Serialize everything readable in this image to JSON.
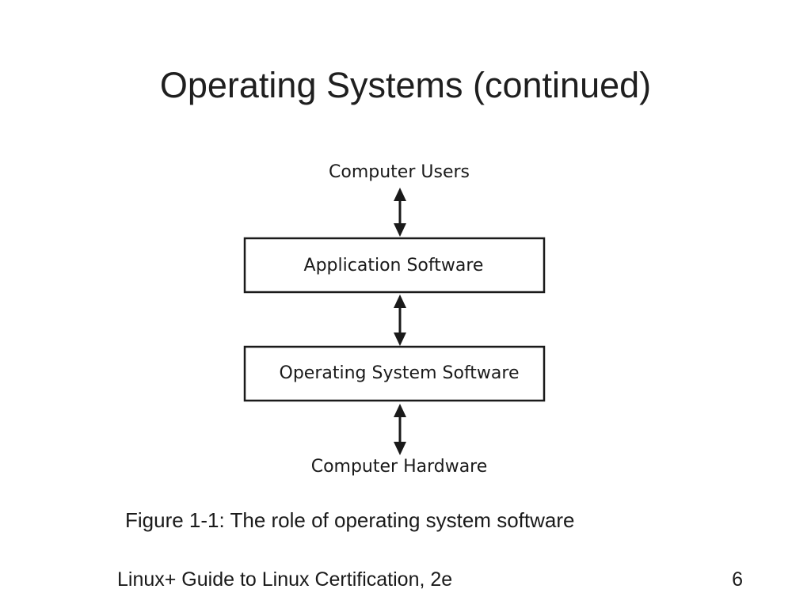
{
  "slide": {
    "title": "Operating Systems (continued)",
    "caption": "Figure 1-1: The role of operating system software",
    "footer": "Linux+ Guide to Linux Certification, 2e",
    "page_number": "6"
  },
  "diagram": {
    "top_label": "Computer Users",
    "box_upper": "Application Software",
    "box_lower": "Operating System Software",
    "bottom_label": "Computer Hardware"
  }
}
